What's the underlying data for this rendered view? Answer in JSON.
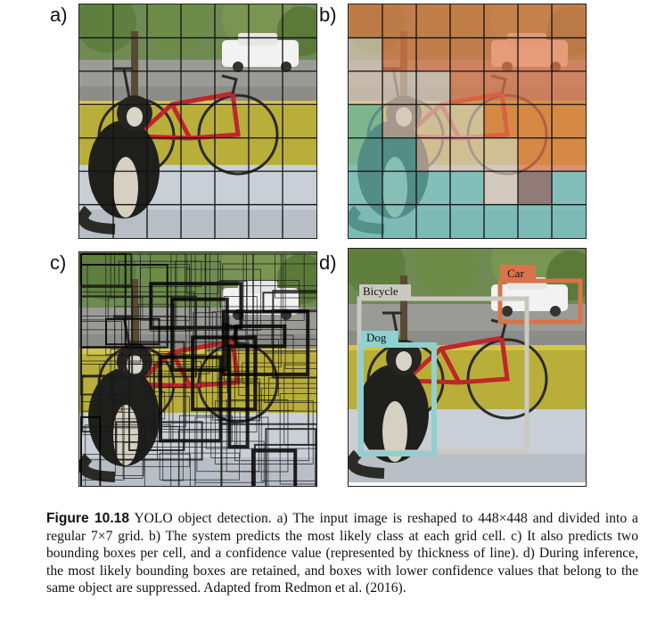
{
  "panels": {
    "a": {
      "label": "a)"
    },
    "b": {
      "label": "b)"
    },
    "c": {
      "label": "c)"
    },
    "d": {
      "label": "d)"
    }
  },
  "detections": {
    "car": {
      "label": "Car",
      "color": "#d9744a"
    },
    "bicycle": {
      "label": "Bicycle",
      "color": "#c9c9c0"
    },
    "dog": {
      "label": "Dog",
      "color": "#8fd0d0"
    }
  },
  "class_colors": {
    "car": "#e07a4a",
    "bicycle": "#d8c6b4",
    "dog": "#66b8b0",
    "background": "#7a5a50"
  },
  "caption": {
    "figure_label": "Figure 10.18",
    "text": " YOLO object detection. a) The input image is reshaped to 448×448 and divided into a regular 7×7 grid. b) The system predicts the most likely class at each grid cell. c) It also predicts two bounding boxes per cell, and a confidence value (represented by thickness of line). d) During inference, the most likely bounding boxes are retained, and boxes with lower confidence values that belong to the same object are suppressed. Adapted from Redmon et al. (2016)."
  }
}
